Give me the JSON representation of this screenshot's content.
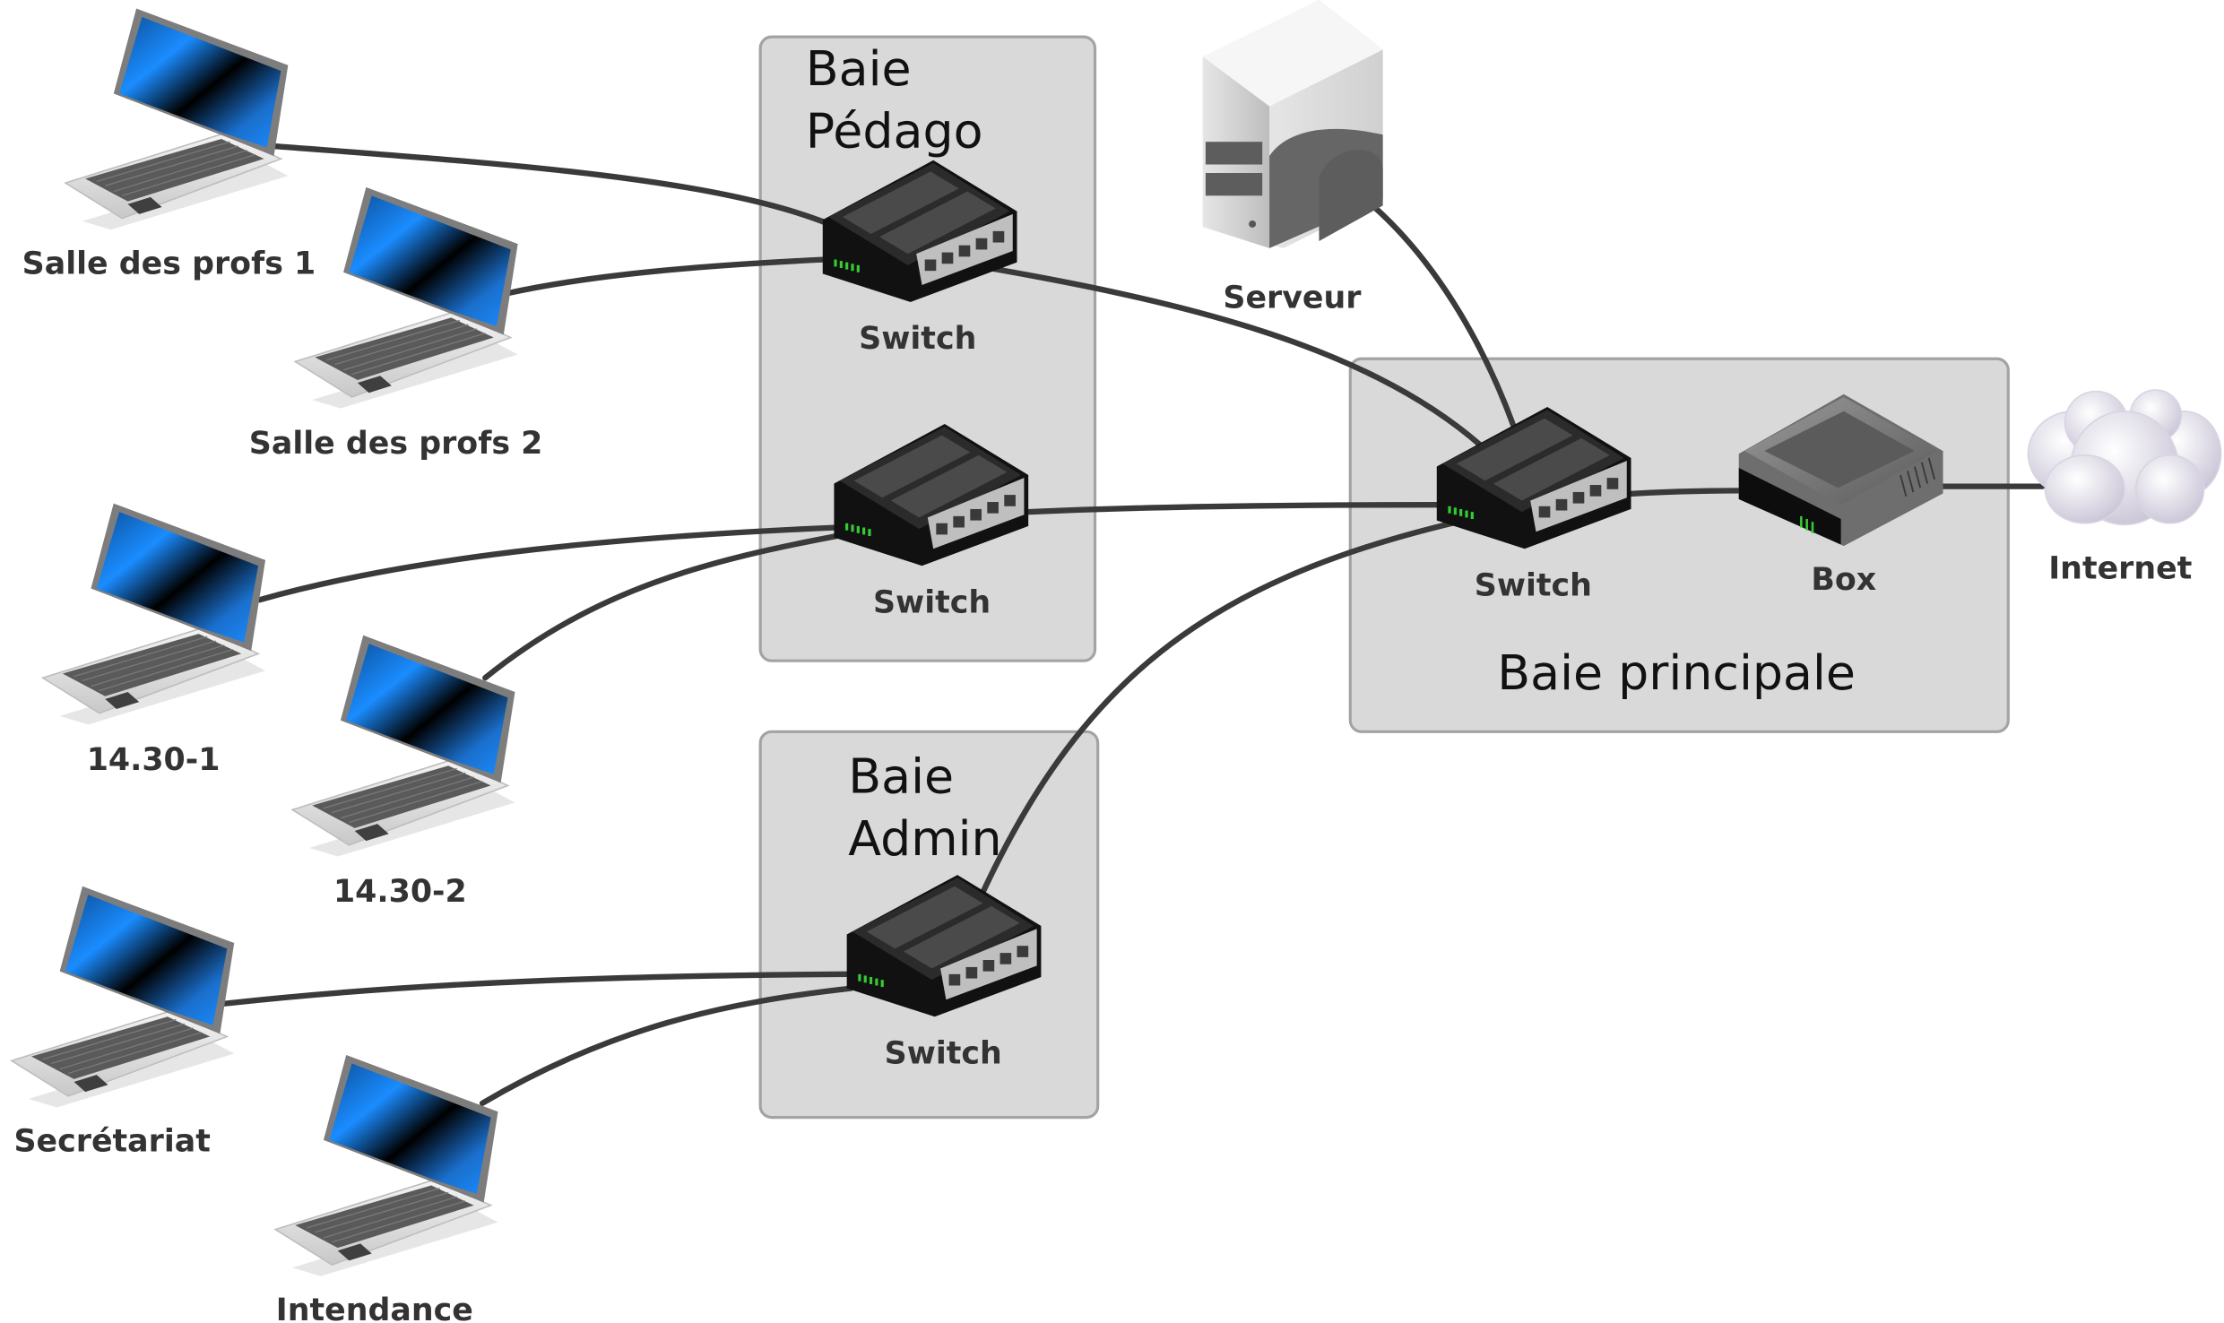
{
  "diagram": {
    "title": "Network topology",
    "racks": [
      {
        "id": "pedago",
        "title_lines": [
          "Baie",
          "Pédago"
        ]
      },
      {
        "id": "admin",
        "title_lines": [
          "Baie",
          "Admin"
        ]
      },
      {
        "id": "principale",
        "title_lines": [
          "Baie principale"
        ]
      }
    ],
    "nodes": [
      {
        "id": "sdp1",
        "type": "laptop",
        "label": "Salle des profs 1"
      },
      {
        "id": "sdp2",
        "type": "laptop",
        "label": "Salle des profs 2"
      },
      {
        "id": "p1",
        "type": "laptop",
        "label": "14.30-1"
      },
      {
        "id": "p2",
        "type": "laptop",
        "label": "14.30-2"
      },
      {
        "id": "secr",
        "type": "laptop",
        "label": "Secrétariat"
      },
      {
        "id": "intend",
        "type": "laptop",
        "label": "Intendance"
      },
      {
        "id": "sw_ped1",
        "type": "switch",
        "label": "Switch",
        "rack": "pedago"
      },
      {
        "id": "sw_ped2",
        "type": "switch",
        "label": "Switch",
        "rack": "pedago"
      },
      {
        "id": "sw_adm",
        "type": "switch",
        "label": "Switch",
        "rack": "admin"
      },
      {
        "id": "sw_main",
        "type": "switch",
        "label": "Switch",
        "rack": "principale"
      },
      {
        "id": "box",
        "type": "router",
        "label": "Box",
        "rack": "principale"
      },
      {
        "id": "srv",
        "type": "server",
        "label": "Serveur"
      },
      {
        "id": "net",
        "type": "cloud",
        "label": "Internet"
      }
    ],
    "links": [
      [
        "sdp1",
        "sw_ped1"
      ],
      [
        "sdp2",
        "sw_ped1"
      ],
      [
        "sw_ped1",
        "sw_main"
      ],
      [
        "p1",
        "sw_ped2"
      ],
      [
        "p2",
        "sw_ped2"
      ],
      [
        "sw_ped2",
        "sw_main"
      ],
      [
        "secr",
        "sw_adm"
      ],
      [
        "intend",
        "sw_adm"
      ],
      [
        "sw_adm",
        "sw_main"
      ],
      [
        "srv",
        "sw_main"
      ],
      [
        "sw_main",
        "box"
      ],
      [
        "box",
        "net"
      ]
    ],
    "colors": {
      "rack_fill": "#d9d9d9",
      "cable": "#3a3a3a",
      "label": "#333333",
      "screen_blue": "#1a8cff",
      "led_green": "#33cc33"
    }
  }
}
